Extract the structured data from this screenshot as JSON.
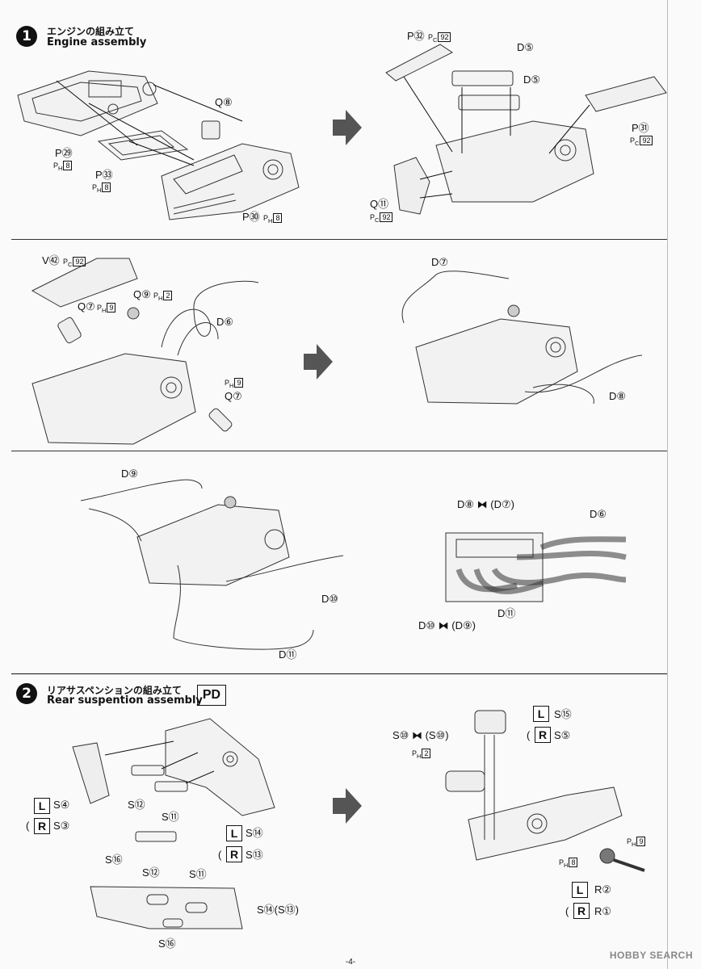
{
  "step1": {
    "number": "1",
    "title_jp": "エンジンの組み立て",
    "title_en": "Engine assembly",
    "labels": {
      "q8": "Q⑧",
      "p29": "P㉙",
      "p33": "P㉝",
      "p30": "P㉚",
      "p32": "P㉜",
      "d5a": "D⑤",
      "d5b": "D⑤",
      "p31": "P㉛",
      "q11": "Q⑪",
      "v42": "V㊷",
      "q9": "Q⑨",
      "q7a": "Q⑦",
      "d6": "D⑥",
      "q7b": "Q⑦",
      "d7": "D⑦",
      "d8": "D⑧",
      "d9": "D⑨",
      "d10": "D⑩",
      "d11": "D⑪",
      "d8_d7": "D⑧",
      "d8_d7_alt": "(D⑦)",
      "d6b": "D⑥",
      "d11b": "D⑪",
      "d10_d9": "D⑩",
      "d10_d9_alt": "(D⑨)"
    },
    "paint": {
      "ph": "P",
      "ph_sub": "H",
      "pc": "P",
      "pc_sub": "C",
      "c8": "8",
      "c2": "2",
      "c9": "9",
      "c92": "92"
    }
  },
  "step2": {
    "number": "2",
    "title_jp": "リアサスペンションの組み立て",
    "title_en": "Rear suspention assembly",
    "pd_mark": "PD",
    "labels": {
      "s4": "S④",
      "s3": "S③",
      "s12": "S⑫",
      "s11": "S⑪",
      "s14": "S⑭",
      "s13": "S⑬",
      "s16": "S⑯",
      "s12b": "S⑫",
      "s11b": "S⑪",
      "s14_s13": "S⑭(S⑬)",
      "s16b": "S⑯",
      "s15": "S⑮",
      "s5": "S⑤",
      "s10": "S⑩",
      "s10_alt": "(S⑩)",
      "r2": "R②",
      "r1": "R①"
    },
    "lr": {
      "L": "L",
      "R": "R",
      "open": "(",
      "close": ")"
    },
    "paint": {
      "c2": "2",
      "c8": "8",
      "c9": "9"
    }
  },
  "footer": {
    "page": "-4-",
    "watermark": "HOBBY SEARCH"
  }
}
